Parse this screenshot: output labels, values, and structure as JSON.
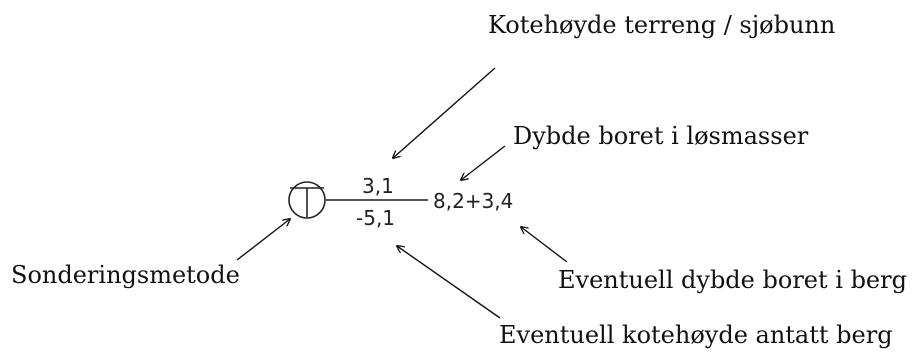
{
  "labels": {
    "terrain_elevation": "Kotehøyde terreng / sjøbunn",
    "depth_loose": "Dybde boret i løsmasser",
    "method": "Sonderingsmetode",
    "rock_depth": "Eventuell dybde boret i berg",
    "rock_elevation": "Eventuell kotehøyde antatt berg"
  },
  "values": {
    "top": "3,1",
    "bottom": "-5,1",
    "depth": "8,2+3,4"
  },
  "symbol": {
    "icon": "sounding-method-symbol"
  },
  "colors": {
    "ink": "#111111",
    "line": "#333333"
  }
}
